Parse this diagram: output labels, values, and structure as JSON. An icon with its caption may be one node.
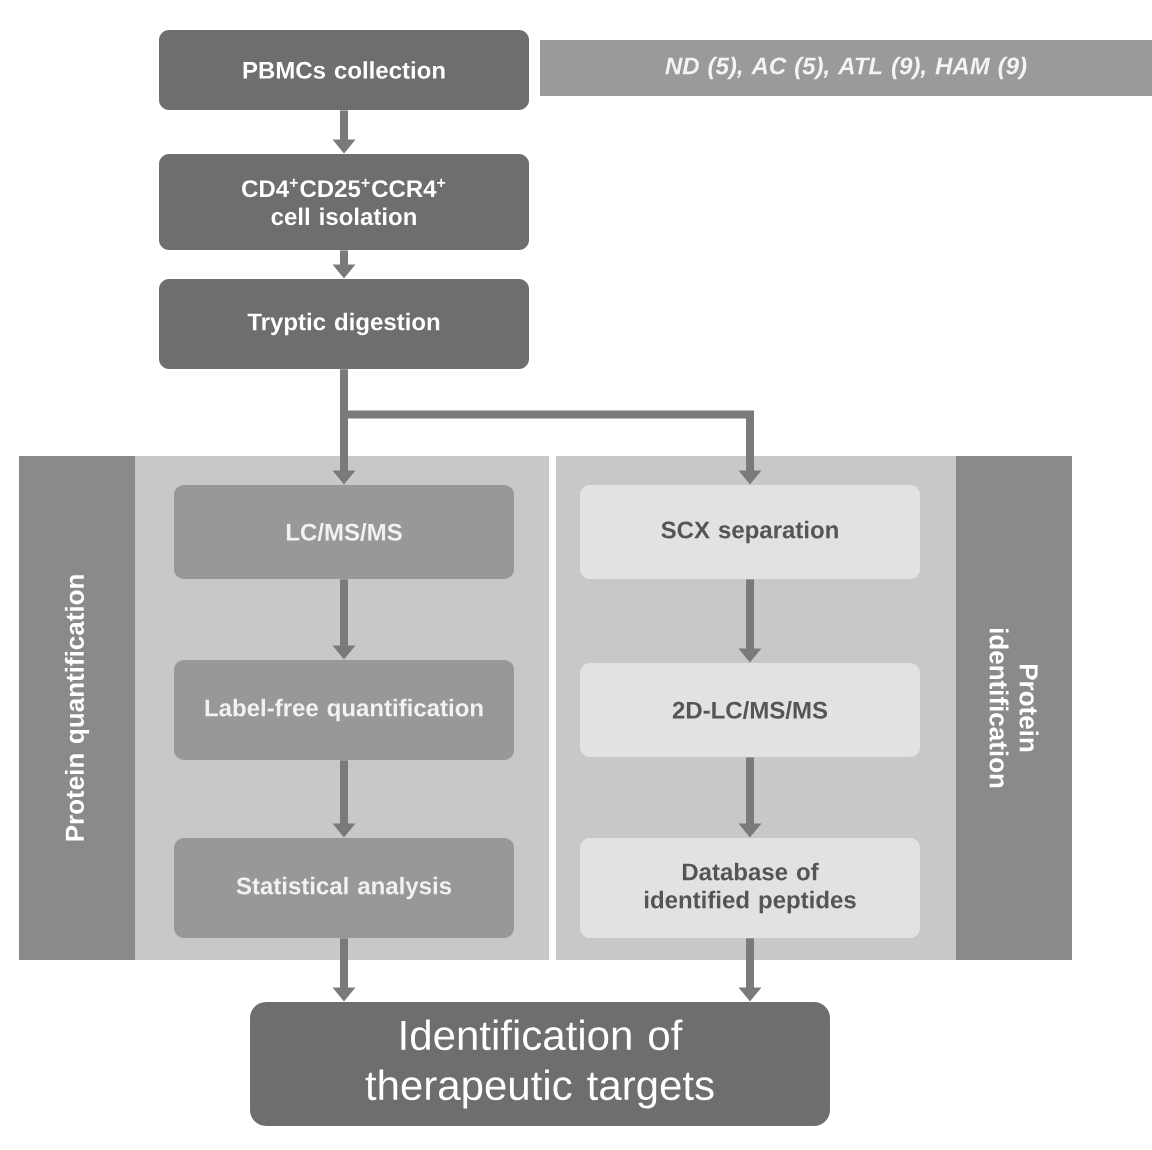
{
  "diagram": {
    "nodes": [
      {
        "text": [
          "PBMCs collection"
        ]
      },
      {
        "text": [
          "ND (5), AC (5), ATL (9), HAM (9)"
        ]
      },
      {
        "text": [
          "CD4$^{+}$CD25$^{+}$CCR4$^{+}$ cell isolation"
        ]
      },
      {
        "text": [
          "Tryptic digestion"
        ]
      },
      {
        "text": [
          "Protein quantification"
        ]
      },
      {
        "text": [
          "LC/MS/MS"
        ],
        "in": 4
      },
      {
        "text": [
          "Label-free quantification"
        ],
        "in": 4
      },
      {
        "text": [
          "Statistical analysis"
        ],
        "in": 4
      },
      {
        "text": [
          "Protein identification"
        ]
      },
      {
        "text": [
          "SCX separation"
        ],
        "in": 8
      },
      {
        "text": [
          "2D-LC/MS/MS"
        ],
        "in": 8
      },
      {
        "text": [
          "Database of identified peptides"
        ],
        "in": 8
      },
      {
        "text": [
          "Identification of therapeutic targets"
        ]
      }
    ],
    "edges": [
      {
        "from": 0,
        "to": 2,
        "arrow": "to"
      },
      {
        "from": 2,
        "to": 3,
        "arrow": "to"
      },
      {
        "from": 3,
        "to": 5,
        "arrow": "to"
      },
      {
        "from": 3,
        "to": 9,
        "arrow": "to"
      },
      {
        "from": 5,
        "to": 6,
        "arrow": "to"
      },
      {
        "from": 6,
        "to": 7,
        "arrow": "to"
      },
      {
        "from": 9,
        "to": 10,
        "arrow": "to"
      },
      {
        "from": 10,
        "to": 11,
        "arrow": "to"
      },
      {
        "from": 7,
        "to": 12,
        "arrow": "to"
      },
      {
        "from": 11,
        "to": 12,
        "arrow": "to"
      }
    ]
  }
}
